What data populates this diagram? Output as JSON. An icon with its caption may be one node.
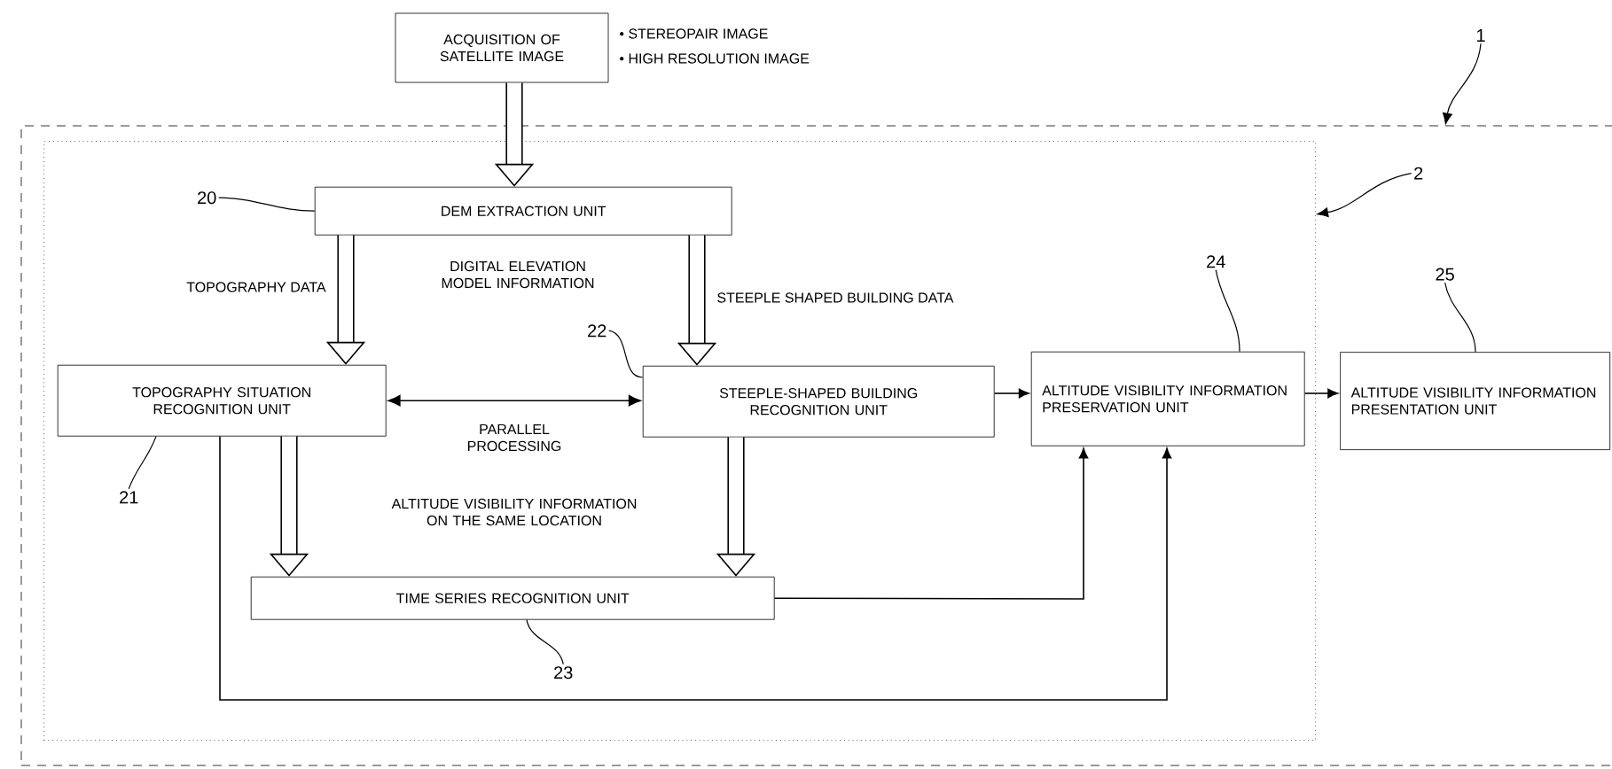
{
  "diagram": {
    "nodes": [
      {
        "text": [
          "ACQUISITION OF SATELLITE IMAGE"
        ],
        "beside": [
          "• STEREOPAIR IMAGE",
          "• HIGH RESOLUTION IMAGE"
        ]
      },
      {
        "text": [],
        "shape": "box"
      },
      {
        "text": [],
        "shape": "box",
        "in": 1
      },
      {
        "text": [
          "DEM EXTRACTION UNIT"
        ],
        "in": 2
      },
      {
        "text": [
          "TOPOGRAPHY SITUATION RECOGNITION UNIT"
        ],
        "in": 2
      },
      {
        "text": [
          "STEEPLE-SHAPED BUILDING RECOGNITION UNIT"
        ],
        "in": 2
      },
      {
        "text": [
          "ALTITUDE VISIBILITY INFORMATION PRESERVATION UNIT"
        ],
        "in": 2
      },
      {
        "text": [
          "TIME SERIES RECOGNITION UNIT"
        ],
        "in": 2
      },
      {
        "text": [
          "ALTITUDE VISIBILITY INFORMATION PRESENTATION UNIT"
        ],
        "in": 1
      },
      {
        "text": [
          "1"
        ]
      },
      {
        "text": [
          "2"
        ],
        "in": 1
      },
      {
        "text": [
          "20"
        ],
        "in": 2
      },
      {
        "text": [
          "21"
        ],
        "in": 2
      },
      {
        "text": [
          "22"
        ],
        "in": 2
      },
      {
        "text": [
          "23"
        ],
        "in": 2
      },
      {
        "text": [
          "24"
        ],
        "in": 2
      },
      {
        "text": [
          "25"
        ],
        "in": 1
      }
    ],
    "edges": [
      {
        "from": 0,
        "to": 3,
        "arrow": "to",
        "style": "thick"
      },
      {
        "from": 3,
        "to": 4,
        "arrow": "to",
        "style": "thick",
        "label": "TOPOGRAPHY DATA"
      },
      {
        "from": 3,
        "to": 5,
        "arrow": "to",
        "style": "thick",
        "label": "STEEPLE SHAPED BUILDING DATA"
      },
      {
        "from": 4,
        "to": 5,
        "arrow": "both",
        "label": "PARALLEL PROCESSING"
      },
      {
        "from": 5,
        "to": 6,
        "arrow": "to"
      },
      {
        "from": 6,
        "to": 8,
        "arrow": "to"
      },
      {
        "from": 4,
        "to": 7,
        "arrow": "to",
        "style": "thick"
      },
      {
        "from": 5,
        "to": 7,
        "arrow": "to",
        "style": "thick"
      },
      {
        "from": 7,
        "to": 6,
        "arrow": "to"
      },
      {
        "from": 4,
        "to": 6,
        "arrow": "to"
      },
      {
        "from": 9,
        "to": 1,
        "arrow": "to"
      },
      {
        "from": 10,
        "to": 2,
        "arrow": "to"
      },
      {
        "from": 11,
        "to": 3,
        "arrow": "none"
      },
      {
        "from": 12,
        "to": 4,
        "arrow": "none"
      },
      {
        "from": 13,
        "to": 5,
        "arrow": "none"
      },
      {
        "from": 14,
        "to": 7,
        "arrow": "none"
      },
      {
        "from": 15,
        "to": 6,
        "arrow": "none"
      },
      {
        "from": 16,
        "to": 8,
        "arrow": "none"
      }
    ],
    "labels": [
      "DIGITAL ELEVATION MODEL INFORMATION",
      "ALTITUDE VISIBILITY INFORMATION ON THE SAME LOCATION"
    ]
  }
}
